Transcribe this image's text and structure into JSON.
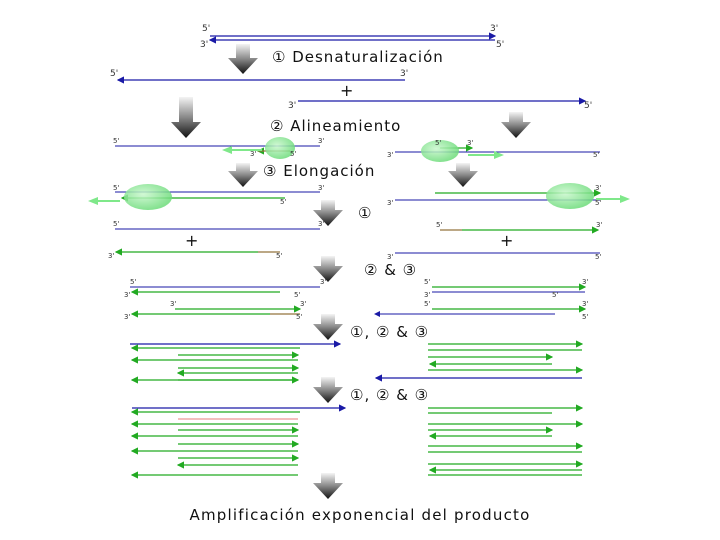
{
  "steps": {
    "s1": "① Desnaturalización",
    "s2": "② Alineamiento",
    "s3": "③ Elongación",
    "s4": "①",
    "s5": "② & ③",
    "s6": "①, ② & ③",
    "s7": "①, ② & ③"
  },
  "ends": {
    "five": "5'",
    "three": "3'"
  },
  "plus": "+",
  "final": "Amplificación exponencial del producto",
  "colors": {
    "template": "#1a1aa6",
    "primer": "#22aa22",
    "product_mark": "#e05050",
    "primer_blob": "#7fe88a"
  }
}
